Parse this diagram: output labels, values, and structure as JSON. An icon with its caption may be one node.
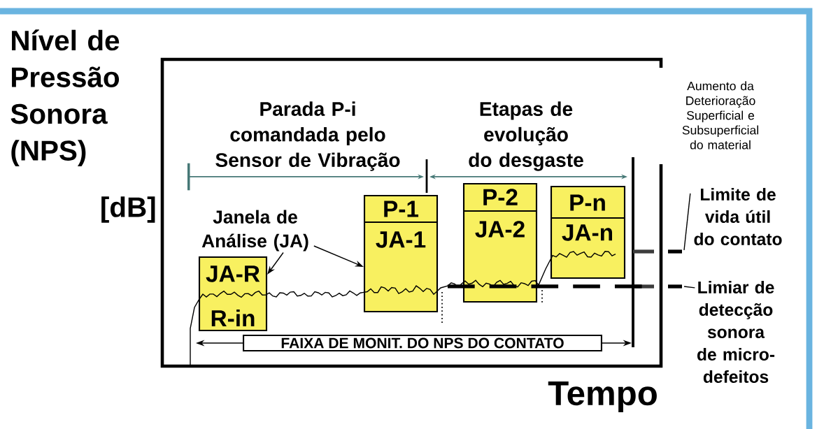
{
  "diagram": {
    "nodes": [
      {
        "text": [
          "JA-R",
          "R-in"
        ]
      },
      {
        "text": [
          "P-1",
          "JA-1"
        ]
      },
      {
        "text": [
          "P-2",
          "JA-2"
        ]
      },
      {
        "text": [
          "P-n",
          "JA-n"
        ]
      },
      {
        "text": [
          "Janela de Análise (JA)"
        ]
      },
      {
        "text": [
          "Limite de vida útil do contato"
        ]
      },
      {
        "text": [
          "Limiar de detecção sonora de micro-defeitos"
        ]
      },
      {
        "text": [
          "FAIXA DE MONIT. DO NPS DO CONTATO"
        ]
      }
    ],
    "edges": [
      {
        "from": 4,
        "to": 0,
        "arrow": "to"
      },
      {
        "from": 4,
        "to": 1,
        "arrow": "to"
      },
      {
        "from": 5,
        "to": null,
        "arrow": "none"
      },
      {
        "from": 6,
        "to": null,
        "arrow": "none"
      },
      {
        "from": 7,
        "to": null,
        "arrow": "to"
      },
      {
        "from": 7,
        "to": null,
        "arrow": "to"
      }
    ],
    "labels": [
      "Nível de Pressão Sonora (NPS)",
      "[dB]",
      "Parada P-i comandada pelo Sensor de Vibração",
      "Etapas de evolução do desgaste",
      "Aumento da Deterioração Superficial e Subsuperficial do material",
      "Tempo"
    ]
  }
}
